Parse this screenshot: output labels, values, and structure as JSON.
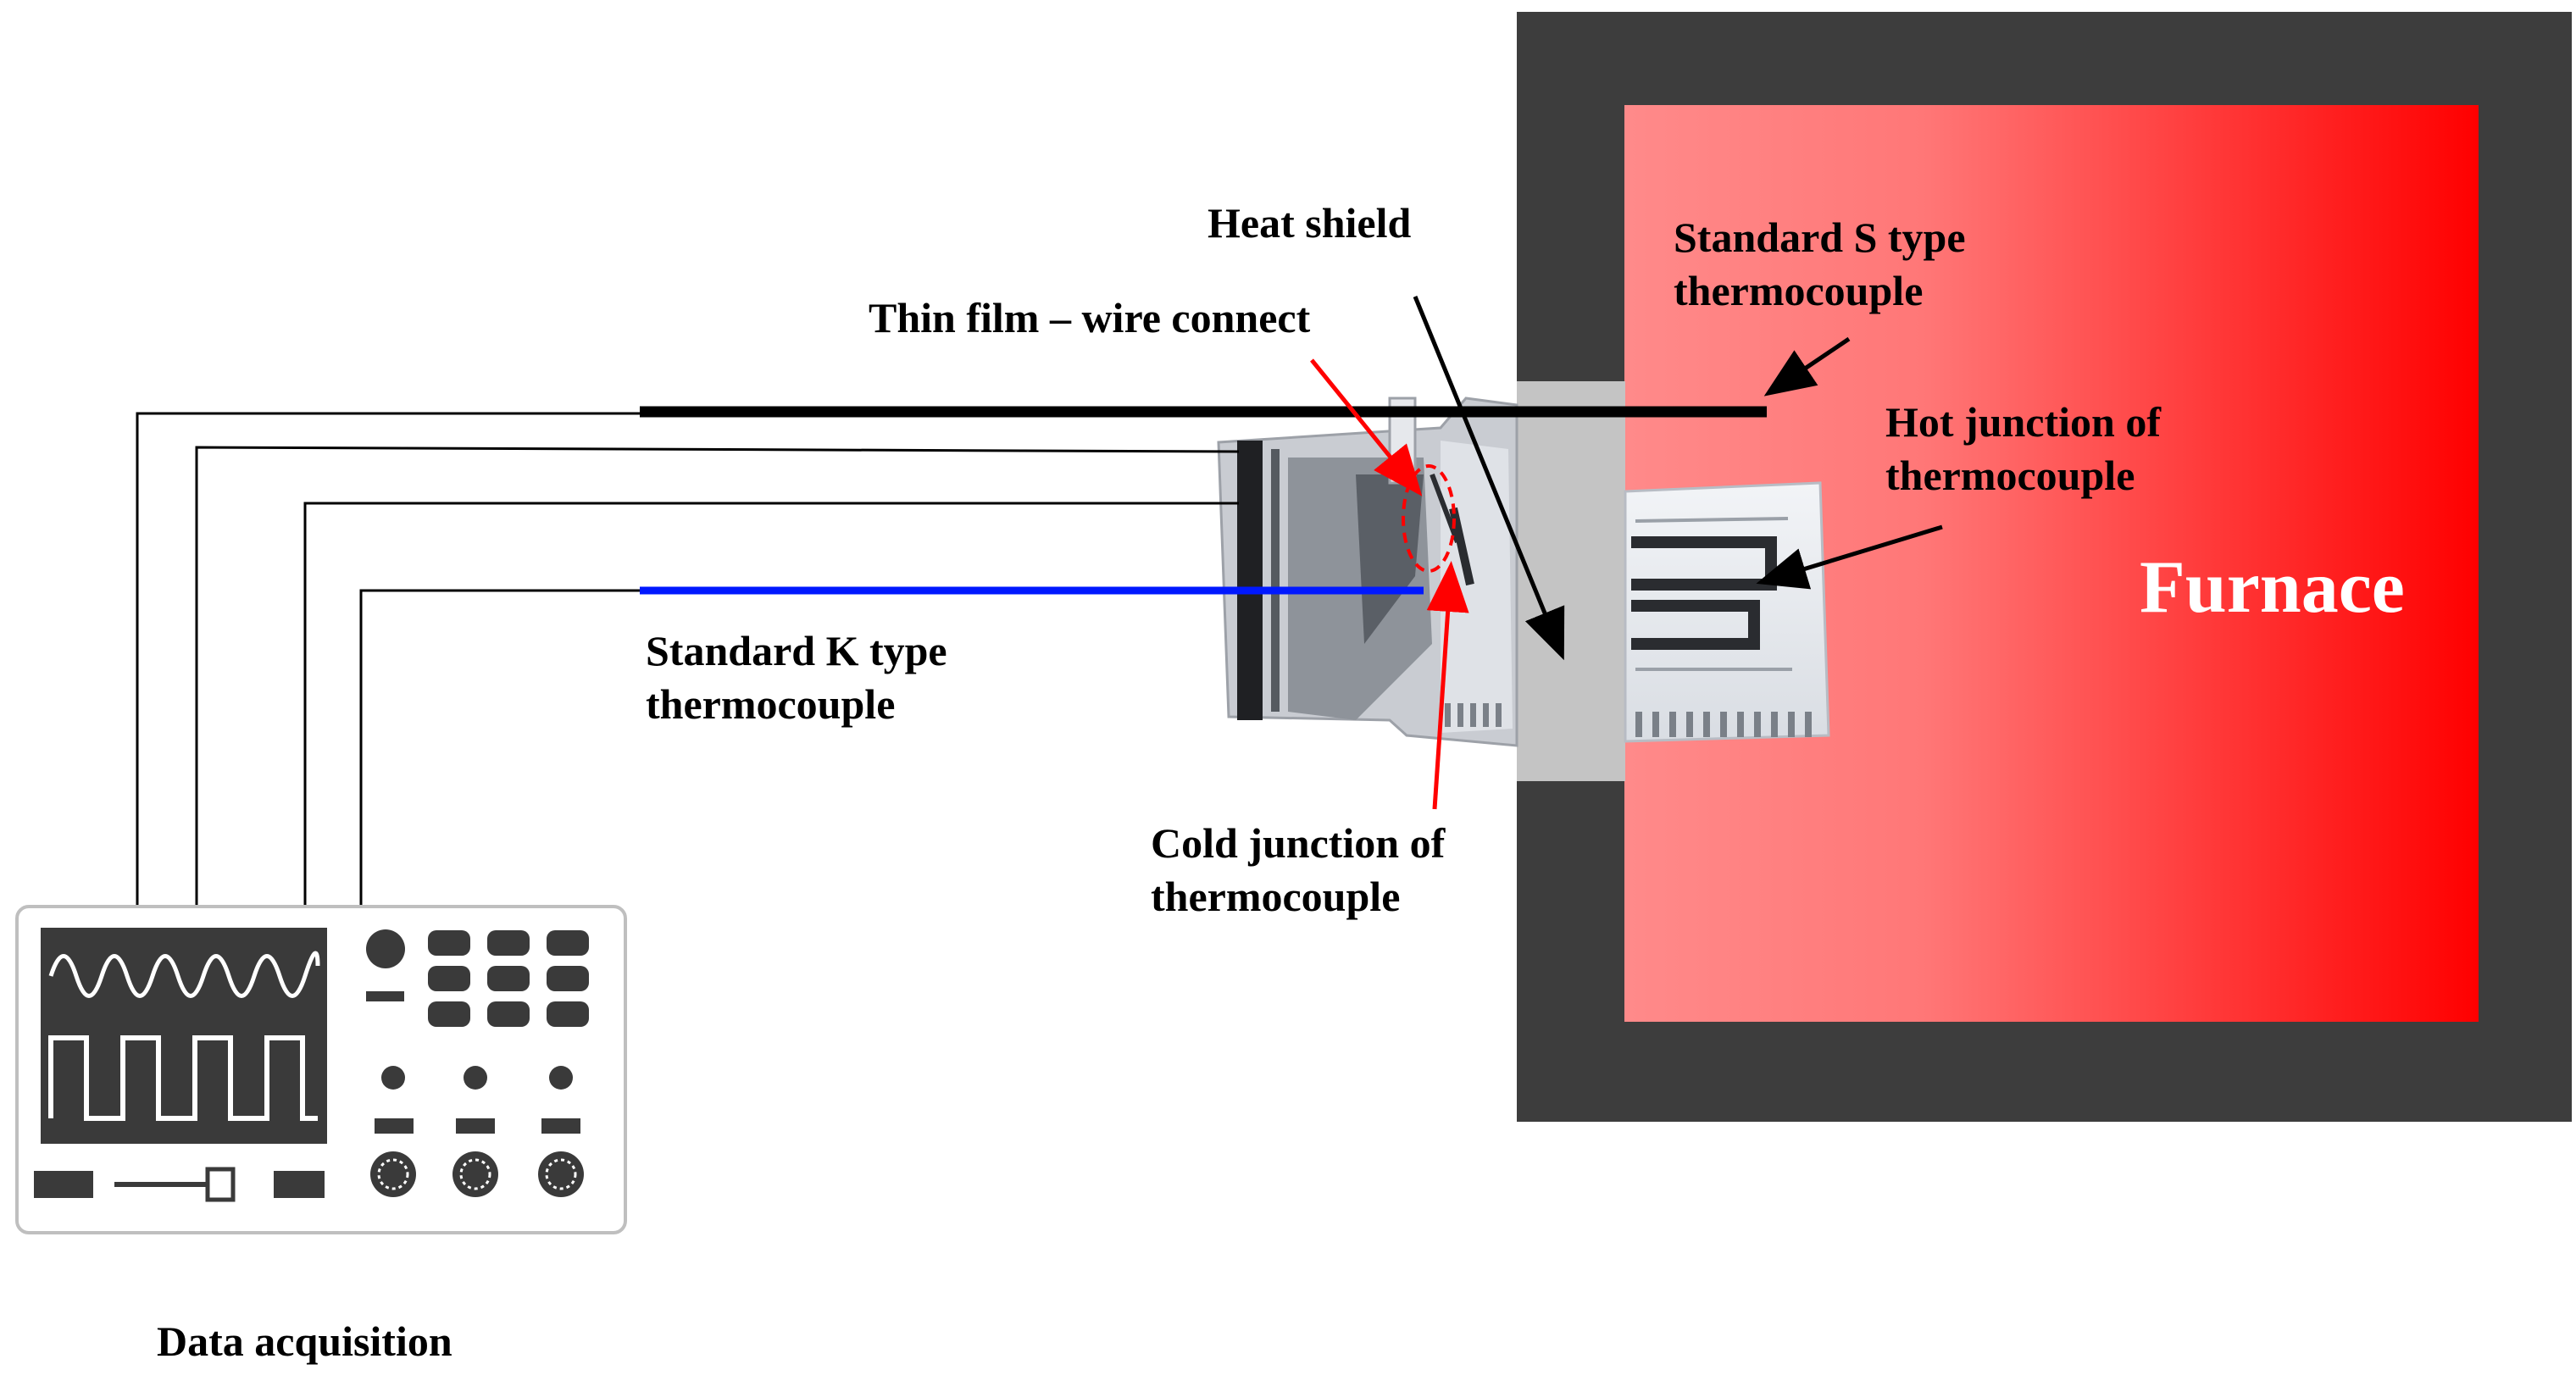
{
  "labels": {
    "heat_shield": "Heat shield",
    "thin_film": "Thin film – wire connect",
    "s_type_line1": "Standard S type",
    "s_type_line2": "thermocouple",
    "hot_junction_line1": "Hot junction of",
    "hot_junction_line2": "thermocouple",
    "furnace": "Furnace",
    "k_type_line1": "Standard K type",
    "k_type_line2": "thermocouple",
    "cold_junction_line1": "Cold junction of",
    "cold_junction_line2": "thermocouple",
    "data_acquisition": "Data acquisition"
  },
  "colors": {
    "furnace_wall": "#3d3d3d",
    "furnace_inner_light": "#ff8a8a",
    "furnace_inner_dark": "#ff0000",
    "heat_shield": "#c4c4c4",
    "k_type_wire": "#0018ff",
    "s_type_wire": "#000000",
    "annotation_red": "#ff0000"
  },
  "icons": {
    "oscilloscope": "oscilloscope-icon"
  }
}
